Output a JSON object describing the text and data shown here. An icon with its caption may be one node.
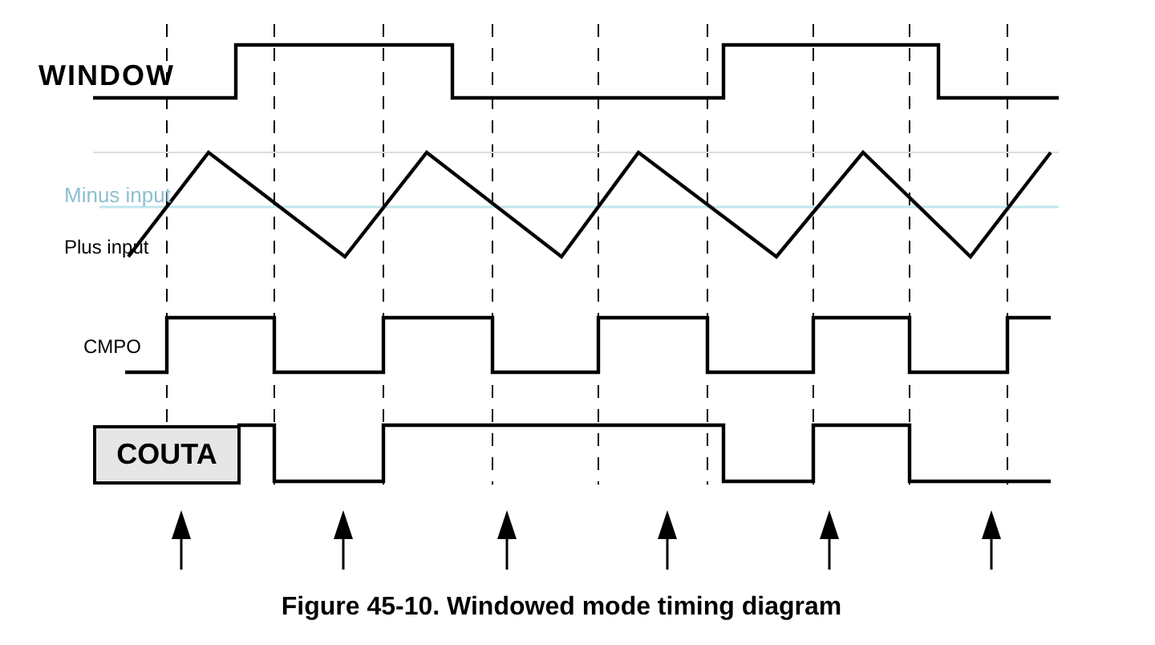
{
  "diagram": {
    "caption": "Figure 45-10. Windowed mode timing diagram",
    "nodes": [
      {
        "text": [
          "COUTA"
        ]
      }
    ],
    "labels": [
      "WINDOW",
      "Minus input",
      "Plus input",
      "CMPO"
    ]
  }
}
